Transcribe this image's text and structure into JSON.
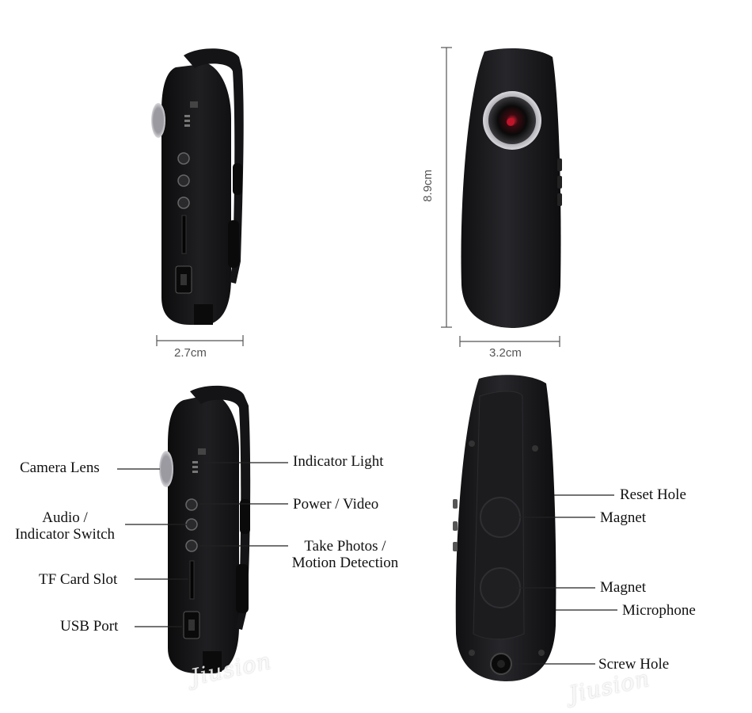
{
  "dimensions": {
    "depth": "2.7cm",
    "height": "8.9cm",
    "width": "3.2cm"
  },
  "callouts": {
    "camera_lens": "Camera Lens",
    "audio_switch_line1": "Audio /",
    "audio_switch_line2": "Indicator Switch",
    "tf_card_slot": "TF Card Slot",
    "usb_port": "USB Port",
    "indicator_light": "Indicator Light",
    "power_video": "Power / Video",
    "take_photos_line1": "Take Photos /",
    "take_photos_line2": "Motion Detection",
    "reset_hole": "Reset Hole",
    "magnet_upper": "Magnet",
    "magnet_lower": "Magnet",
    "microphone": "Microphone",
    "screw_hole": "Screw Hole"
  },
  "watermark": "Jiusion",
  "colors": {
    "device_body": "#1a1a1c",
    "device_edge": "#2c2c2f",
    "lens_red": "#c0142a"
  }
}
